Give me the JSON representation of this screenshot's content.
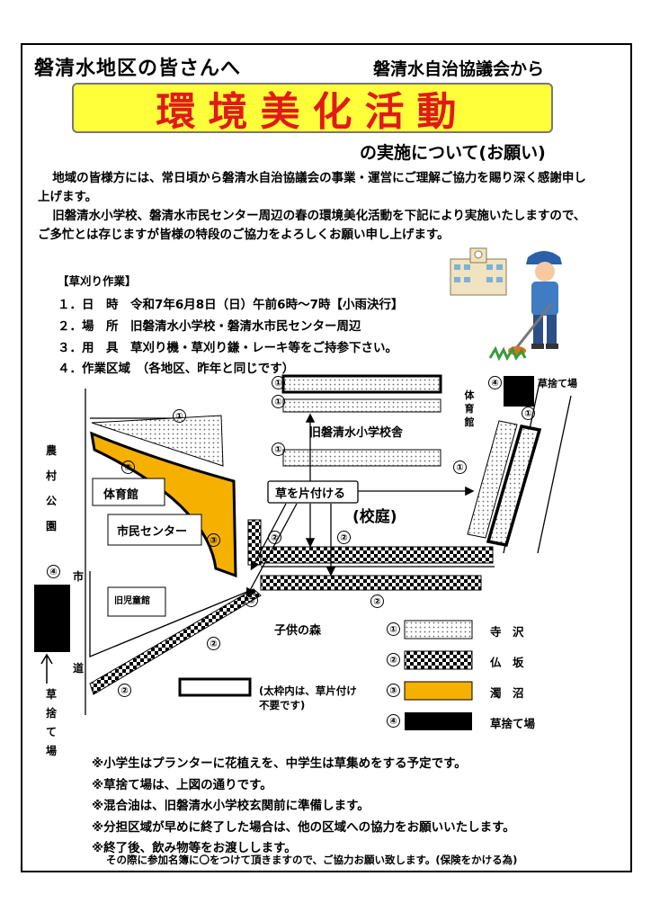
{
  "header": {
    "to": "磐清水地区の皆さんへ",
    "from": "磐清水自治協議会から",
    "title": "環境美化活動",
    "subtitle": "の実施について(お願い)"
  },
  "intro": {
    "p1": "地域の皆様方には、常日頃から磐清水自治協議会の事業・運営にご理解ご協力を賜り深く感謝申し上げます。",
    "p2": "旧磐清水小学校、磐清水市民センター周辺の春の環境美化活動を下記により実施いたしますので、ご多忙とは存じますが皆様の特段のご協力をよろしくお願い申し上げます。"
  },
  "section": {
    "heading": "【草刈り作業】",
    "items": [
      "１．日　時　令和7年6月8日（日）午前6時～7時【小雨決行】",
      "２．場　所　旧磐清水小学校・磐清水市民センター周辺",
      "３．用　具　草刈り機・草刈り鎌・レーキ等をご持参下さい。",
      "４．作業区域　（各地区、昨年と同じです）"
    ]
  },
  "map": {
    "school": "旧磐清水小学校舎",
    "gym_left": "体育館",
    "center": "市民センター",
    "children_hall": "旧児童館",
    "kids_forest": "子供の森",
    "schoolyard": "(校庭)",
    "gather": "草を片付ける",
    "gym_right": "体育館",
    "dump_top": "草捨て場",
    "farm_park": "農村公園",
    "city_road": "市道",
    "dump_left": "草捨て場",
    "thick_note": "(太枠内は、草片付け不要です)",
    "n1": "①",
    "n2": "②",
    "n3": "③",
    "n4": "④"
  },
  "legend": [
    {
      "num": "①",
      "name": "寺　沢",
      "pattern": "dots"
    },
    {
      "num": "②",
      "name": "仏　坂",
      "pattern": "checker"
    },
    {
      "num": "③",
      "name": "濁　沼",
      "pattern": "orange",
      "color": "#f5b000"
    },
    {
      "num": "④",
      "name": "草捨て場",
      "pattern": "black",
      "color": "#000000"
    }
  ],
  "notes": [
    "※小学生はプランターに花植えを、中学生は草集めをする予定です。",
    "※草捨て場は、上図の通りです。",
    "※混合油は、旧磐清水小学校玄関前に準備します。",
    "※分担区域が早めに終了した場合は、他の区域への協力をお願いいたします。",
    "※終了後、飲み物等をお渡しします。"
  ],
  "footnote": "その際に参加名簿に〇をつけて頂きますので、ご協力お願い致します。(保険をかける為)"
}
